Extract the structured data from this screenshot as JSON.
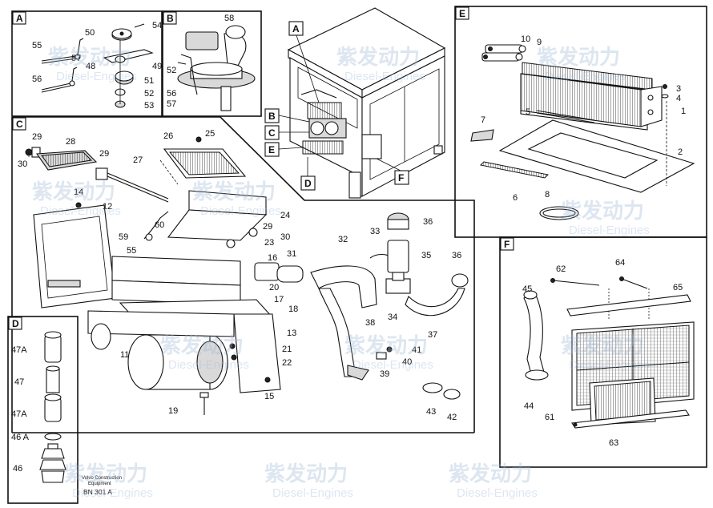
{
  "sections": {
    "A": "A",
    "B": "B",
    "C": "C",
    "D": "D",
    "E": "E",
    "F": "F"
  },
  "cab_callouts": [
    "A",
    "B",
    "C",
    "E",
    "D",
    "F"
  ],
  "parts": {
    "p1": "1",
    "p2": "2",
    "p3": "3",
    "p4": "4",
    "p5": "5",
    "p6": "6",
    "p7": "7",
    "p8": "8",
    "p9": "9",
    "p10": "10",
    "p11": "11",
    "p12": "12",
    "p13": "13",
    "p14": "14",
    "p15": "15",
    "p16": "16",
    "p17": "17",
    "p18": "18",
    "p19": "19",
    "p20": "20",
    "p21": "21",
    "p22": "22",
    "p23": "23",
    "p24": "24",
    "p25": "25",
    "p26": "26",
    "p27": "27",
    "p28": "28",
    "p29a": "29",
    "p29b": "29",
    "p29c": "29",
    "p30a": "30",
    "p30b": "30",
    "p31": "31",
    "p32": "32",
    "p33": "33",
    "p34": "34",
    "p35": "35",
    "p36a": "36",
    "p36b": "36",
    "p37": "37",
    "p38": "38",
    "p39": "39",
    "p40": "40",
    "p41": "41",
    "p42": "42",
    "p43": "43",
    "p44": "44",
    "p45": "45",
    "p46": "46",
    "p46A": "46 A",
    "p47": "47",
    "p47Aa": "47A",
    "p47Ab": "47A",
    "p48": "48",
    "p49": "49",
    "p50": "50",
    "p51": "51",
    "p52": "52",
    "p53": "53",
    "p54": "54",
    "p55a": "55",
    "p55b": "55",
    "p56a": "56",
    "p56b": "56",
    "p57": "57",
    "p58": "58",
    "p59": "59",
    "p60": "60",
    "p61": "61",
    "p62": "62",
    "p63": "63",
    "p64": "64",
    "p65": "65"
  },
  "footer": {
    "company_line1": "Volvo Construction",
    "company_line2": "Equipment",
    "code": "BN 301 A"
  },
  "watermark": {
    "cn": "紫发动力",
    "en": "Diesel-Engines"
  }
}
